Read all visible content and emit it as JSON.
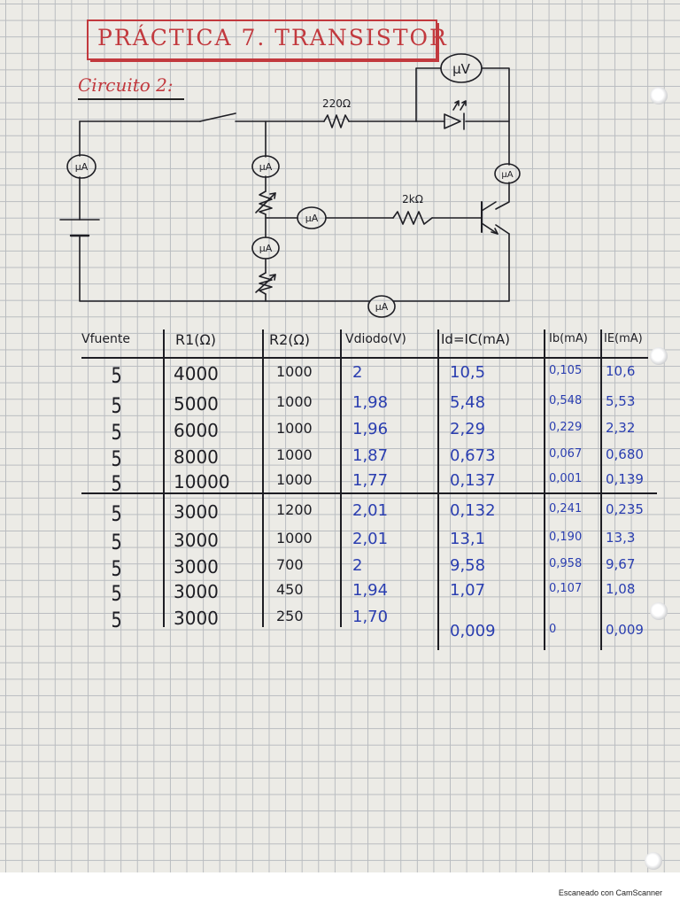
{
  "title": "PRÁCTICA 7. TRANSISTOR",
  "subtitle": "Circuito 2:",
  "circuit": {
    "resistor_top_label": "220Ω",
    "resistor_mid_label": "2kΩ",
    "meter_uV": "µV",
    "meter_uA": "µA"
  },
  "table": {
    "headers": [
      "Vfuente",
      "R1(Ω)",
      "R2(Ω)",
      "Vdiodo(V)",
      "Id=IC(mA)",
      "Ib(mA)",
      "IE(mA)"
    ],
    "rows": [
      [
        "5",
        "4000",
        "1000",
        "2",
        "10,5",
        "0,105",
        "10,6"
      ],
      [
        "5",
        "5000",
        "1000",
        "1,98",
        "5,48",
        "0,548",
        "5,53"
      ],
      [
        "5",
        "6000",
        "1000",
        "1,96",
        "2,29",
        "0,229",
        "2,32"
      ],
      [
        "5",
        "8000",
        "1000",
        "1,87",
        "0,673",
        "0,067",
        "0,680"
      ],
      [
        "5",
        "10000",
        "1000",
        "1,77",
        "0,137",
        "0,001",
        "0,139"
      ],
      [
        "5",
        "3000",
        "1200",
        "2,01",
        "0,132",
        "0,241",
        "0,235"
      ],
      [
        "5",
        "3000",
        "1000",
        "2,01",
        "13,1",
        "0,190",
        "13,3"
      ],
      [
        "5",
        "3000",
        "700",
        "2",
        "9,58",
        "0,958",
        "9,67"
      ],
      [
        "5",
        "3000",
        "450",
        "1,94",
        "1,07",
        "0,107",
        "1,08"
      ],
      [
        "5",
        "3000",
        "250",
        "1,70",
        "0,009",
        "0",
        "0,009"
      ]
    ]
  },
  "footer": {
    "scan_credit": "Escaneado con CamScanner"
  },
  "colors": {
    "red_ink": "#c2393e",
    "blue_ink": "#2a3eb0",
    "black_ink": "#1e1e24",
    "grid": "#b9bcc0"
  }
}
